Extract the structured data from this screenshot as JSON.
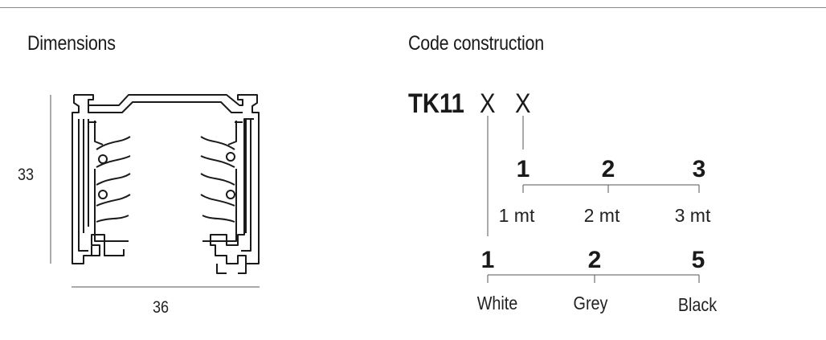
{
  "dimensions": {
    "heading": "Dimensions",
    "height_label": "33",
    "width_label": "36"
  },
  "code_construction": {
    "heading": "Code construction",
    "code_prefix": "TK11",
    "placeholder_1": "X",
    "placeholder_2": "X",
    "length_options": [
      {
        "code": "1",
        "label": "1 mt"
      },
      {
        "code": "2",
        "label": "2 mt"
      },
      {
        "code": "3",
        "label": "3 mt"
      }
    ],
    "colour_options": [
      {
        "code": "1",
        "label": "White"
      },
      {
        "code": "2",
        "label": "Grey"
      },
      {
        "code": "5",
        "label": "Black"
      }
    ]
  }
}
